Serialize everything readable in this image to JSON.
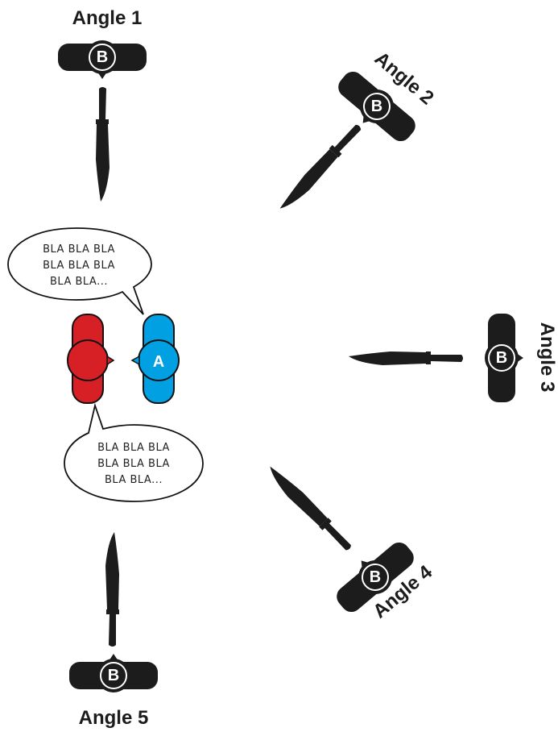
{
  "colors": {
    "figure": "#1c1c1c",
    "person_a": "#00a0e3",
    "person_red": "#d71f26",
    "outline": "#111111",
    "bubble_fill": "#ffffff"
  },
  "persons": {
    "a": {
      "letter": "A"
    },
    "b": {
      "letter": "B"
    }
  },
  "angles": [
    {
      "label": "Angle 1"
    },
    {
      "label": "Angle 2"
    },
    {
      "label": "Angle 3"
    },
    {
      "label": "Angle 4"
    },
    {
      "label": "Angle 5"
    }
  ],
  "speech": {
    "top": [
      "BLA BLA BLA",
      "BLA BLA BLA",
      "BLA BLA..."
    ],
    "bottom": [
      "BLA BLA BLA",
      "BLA BLA BLA",
      "BLA BLA..."
    ]
  }
}
